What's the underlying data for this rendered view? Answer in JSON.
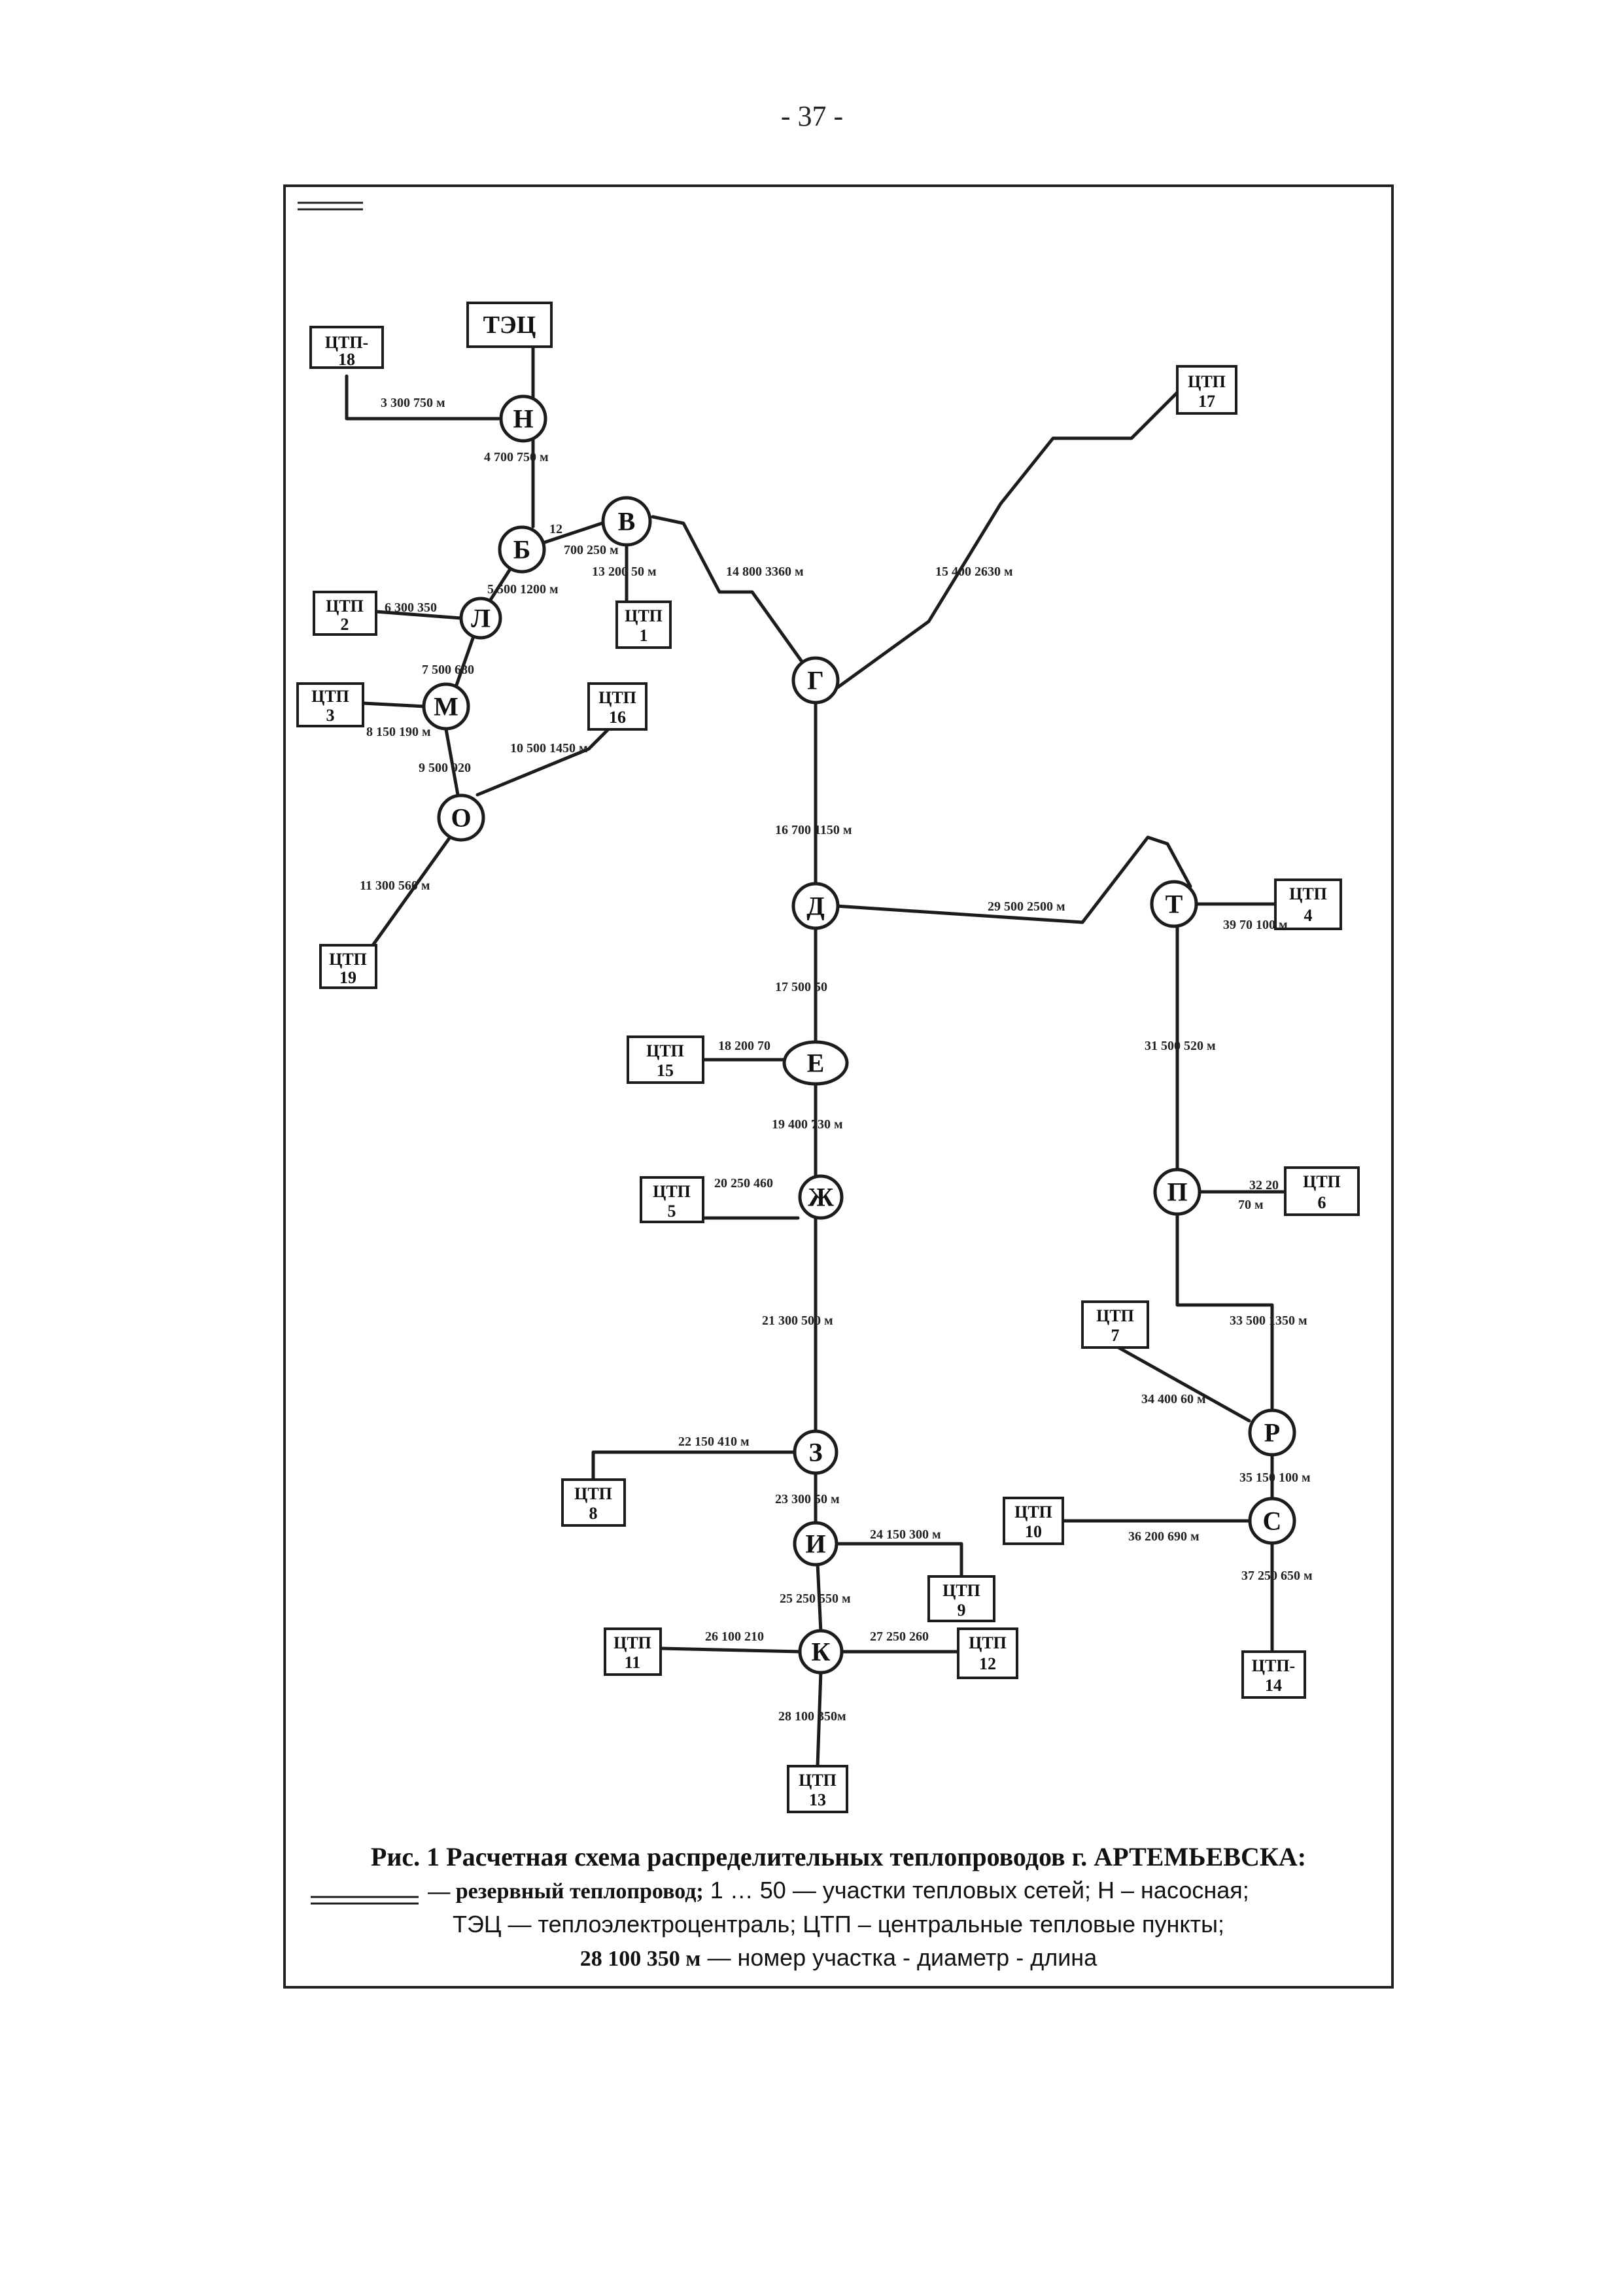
{
  "page": {
    "number": "- 37 -"
  },
  "diagram": {
    "nodes": [
      {
        "id": "Н",
        "label": "Н"
      },
      {
        "id": "Б",
        "label": "Б"
      },
      {
        "id": "В",
        "label": "В"
      },
      {
        "id": "Л",
        "label": "Л"
      },
      {
        "id": "М",
        "label": "М"
      },
      {
        "id": "О",
        "label": "О"
      },
      {
        "id": "Г",
        "label": "Г"
      },
      {
        "id": "Д",
        "label": "Д"
      },
      {
        "id": "Т",
        "label": "Т"
      },
      {
        "id": "Е",
        "label": "Е"
      },
      {
        "id": "Ж",
        "label": "Ж"
      },
      {
        "id": "З",
        "label": "З"
      },
      {
        "id": "И",
        "label": "И"
      },
      {
        "id": "К",
        "label": "К"
      },
      {
        "id": "П",
        "label": "П"
      },
      {
        "id": "Р",
        "label": "Р"
      },
      {
        "id": "С",
        "label": "С"
      }
    ],
    "tec": {
      "id": "ТЭЦ",
      "label": "ТЭЦ"
    },
    "substations": [
      {
        "id": "ctp18",
        "line1": "ЦТП-",
        "line2": "18"
      },
      {
        "id": "ctp17",
        "line1": "ЦТП",
        "line2": "17"
      },
      {
        "id": "ctp2",
        "line1": "ЦТП",
        "line2": "2"
      },
      {
        "id": "ctp1",
        "line1": "ЦТП",
        "line2": "1"
      },
      {
        "id": "ctp3",
        "line1": "ЦТП",
        "line2": "3"
      },
      {
        "id": "ctp16",
        "line1": "ЦТП",
        "line2": "16"
      },
      {
        "id": "ctp19",
        "line1": "ЦТП",
        "line2": "19"
      },
      {
        "id": "ctp4",
        "line1": "ЦТП",
        "line2": "4"
      },
      {
        "id": "ctp15",
        "line1": "ЦТП",
        "line2": "15"
      },
      {
        "id": "ctp5",
        "line1": "ЦТП",
        "line2": "5"
      },
      {
        "id": "ctp6",
        "line1": "ЦТП",
        "line2": "6"
      },
      {
        "id": "ctp7",
        "line1": "ЦТП",
        "line2": "7"
      },
      {
        "id": "ctp8",
        "line1": "ЦТП",
        "line2": "8"
      },
      {
        "id": "ctp10",
        "line1": "ЦТП",
        "line2": "10"
      },
      {
        "id": "ctp9",
        "line1": "ЦТП",
        "line2": "9"
      },
      {
        "id": "ctp11",
        "line1": "ЦТП",
        "line2": "11"
      },
      {
        "id": "ctp12",
        "line1": "ЦТП",
        "line2": "12"
      },
      {
        "id": "ctp14",
        "line1": "ЦТП-",
        "line2": "14"
      },
      {
        "id": "ctp13",
        "line1": "ЦТП",
        "line2": "13"
      }
    ],
    "segments": [
      {
        "id": "s3",
        "text": "3  300  750  м"
      },
      {
        "id": "s4",
        "text": "4 700  750  м"
      },
      {
        "id": "s12",
        "text": "12"
      },
      {
        "id": "s12b",
        "text": "700 250 м"
      },
      {
        "id": "s13",
        "text": "13 200  50  м"
      },
      {
        "id": "s5",
        "text": "5    500  1200 м"
      },
      {
        "id": "s6",
        "text": "6 300 350"
      },
      {
        "id": "s14",
        "text": "14  800  3360 м"
      },
      {
        "id": "s15",
        "text": "15  400    2630 м"
      },
      {
        "id": "s7",
        "text": "7 500   680"
      },
      {
        "id": "s8",
        "text": "8 150 190 м"
      },
      {
        "id": "s10",
        "text": "10 500      1450 м"
      },
      {
        "id": "s9",
        "text": "9  500   920"
      },
      {
        "id": "s11",
        "text": "11 300     560 м"
      },
      {
        "id": "s16",
        "text": "16 700  1150 м"
      },
      {
        "id": "s29",
        "text": "29  500 2500 м"
      },
      {
        "id": "s30",
        "text": "39 70 100 м"
      },
      {
        "id": "s17",
        "text": "17 500     50"
      },
      {
        "id": "s18",
        "text": "18 200 70"
      },
      {
        "id": "s31",
        "text": "31 500    520 м"
      },
      {
        "id": "s19",
        "text": "19 400   730 м"
      },
      {
        "id": "s20",
        "text": "20 250 460"
      },
      {
        "id": "s32",
        "text": "32 20"
      },
      {
        "id": "s32b",
        "text": "70 м"
      },
      {
        "id": "s21",
        "text": "21  300      500 м"
      },
      {
        "id": "s33",
        "text": "33  500      1350 м"
      },
      {
        "id": "s34",
        "text": "34   400  60 м"
      },
      {
        "id": "s22",
        "text": "22 150  410 м"
      },
      {
        "id": "s35",
        "text": "35  150       100 м"
      },
      {
        "id": "s23",
        "text": "23  300  50 м"
      },
      {
        "id": "s36",
        "text": "36  200  690 м"
      },
      {
        "id": "s24",
        "text": "24  150  300 м"
      },
      {
        "id": "s37",
        "text": "37  250    650 м"
      },
      {
        "id": "s25",
        "text": "25  250      550 м"
      },
      {
        "id": "s26",
        "text": "26  100  210"
      },
      {
        "id": "s27",
        "text": "27  250  260"
      },
      {
        "id": "s28",
        "text": "28  100     350м"
      }
    ]
  },
  "caption": {
    "title": "Рис. 1  Расчетная схема распределительных теплопроводов г. АРТЕМЬЕВСКА:",
    "line2_bold": "— резервный теплопровод;",
    "line2_rest": " 1 … 50 — участки тепловых сетей; Н – насосная;",
    "line3": "ТЭЦ — теплоэлектроцентраль; ЦТП – центральные тепловые пункты;",
    "line4_bold": "28 100 350 м",
    "line4_rest": " — номер участка - диаметр - длина"
  }
}
